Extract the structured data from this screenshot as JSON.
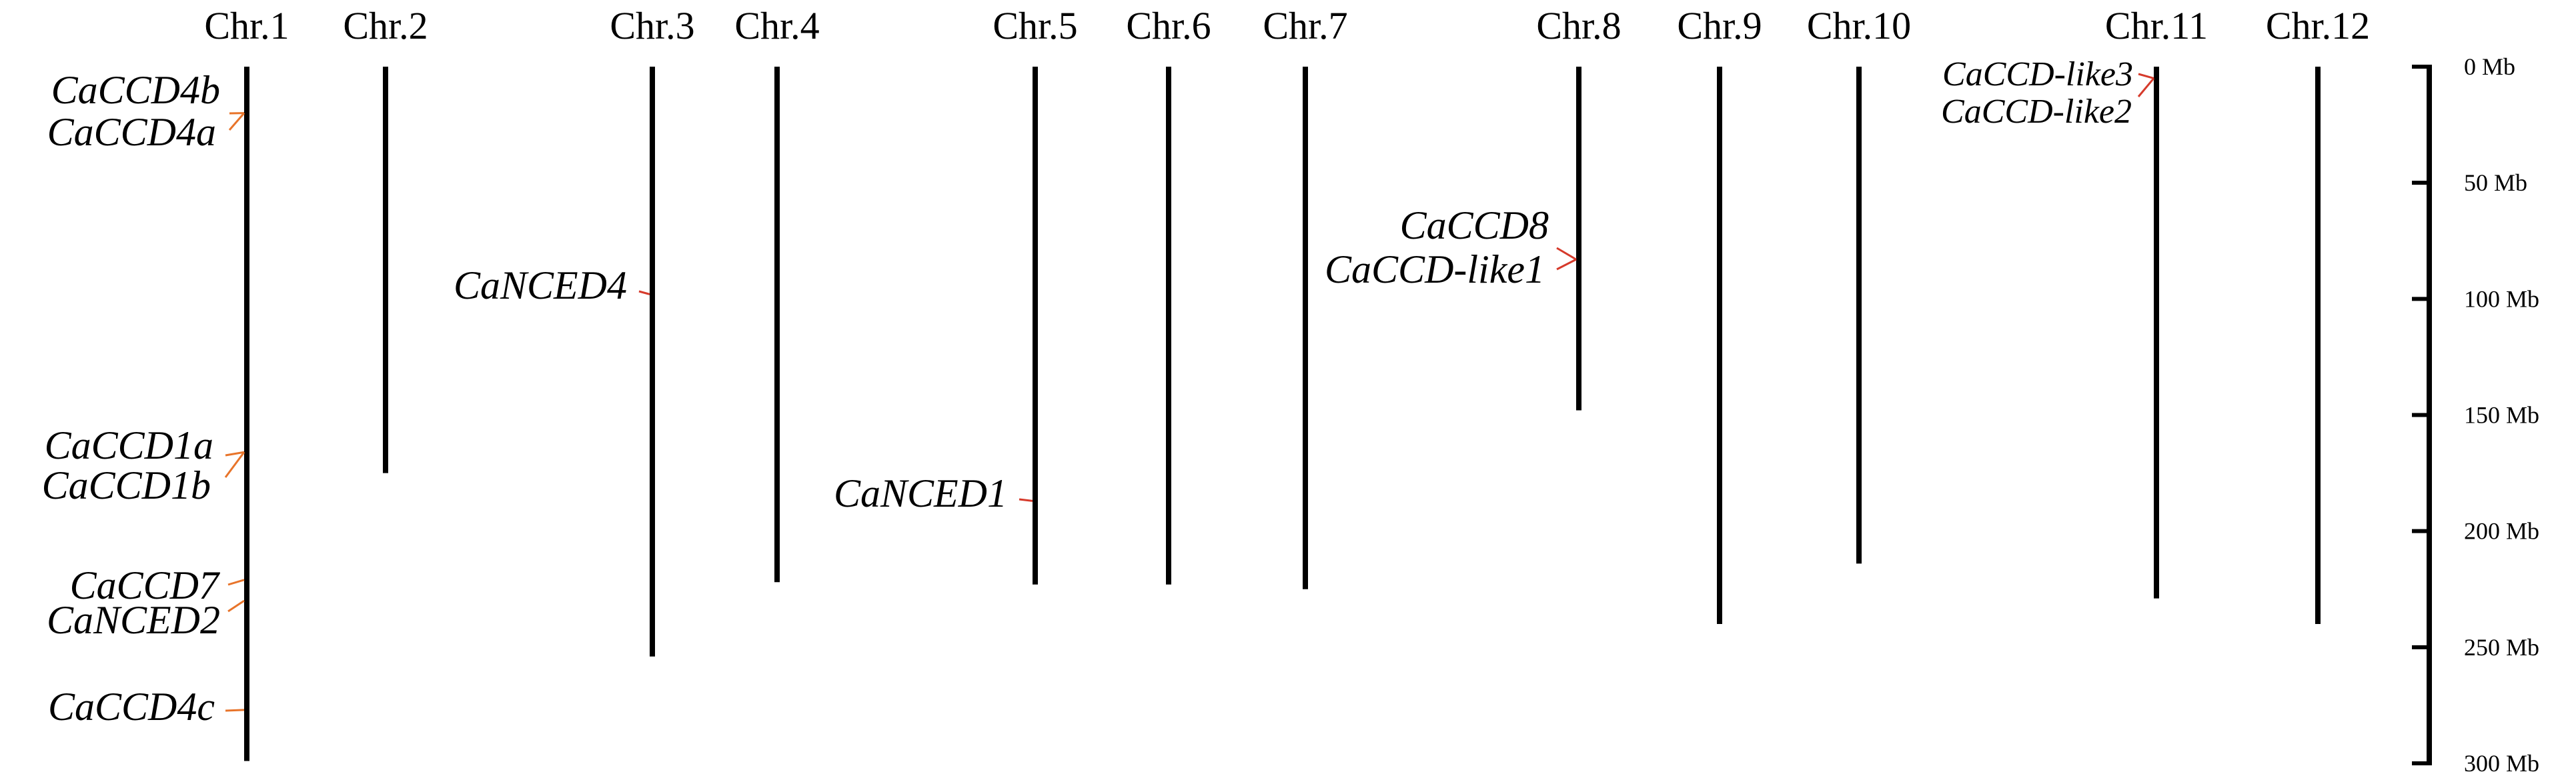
{
  "figure": {
    "unit": "Mb",
    "scale": {
      "ticks": [
        {
          "value": 0,
          "label": "0 Mb"
        },
        {
          "value": 50,
          "label": "50 Mb"
        },
        {
          "value": 100,
          "label": "100 Mb"
        },
        {
          "value": 150,
          "label": "150 Mb"
        },
        {
          "value": 200,
          "label": "200 Mb"
        },
        {
          "value": 250,
          "label": "250 Mb"
        },
        {
          "value": 300,
          "label": "300 Mb"
        }
      ],
      "max": 300
    },
    "chromosomes": [
      {
        "id": "chr1",
        "label": "Chr.1",
        "length_mb": 299
      },
      {
        "id": "chr2",
        "label": "Chr.2",
        "length_mb": 175
      },
      {
        "id": "chr3",
        "label": "Chr.3",
        "length_mb": 254
      },
      {
        "id": "chr4",
        "label": "Chr.4",
        "length_mb": 222
      },
      {
        "id": "chr5",
        "label": "Chr.5",
        "length_mb": 223
      },
      {
        "id": "chr6",
        "label": "Chr.6",
        "length_mb": 223
      },
      {
        "id": "chr7",
        "label": "Chr.7",
        "length_mb": 225
      },
      {
        "id": "chr8",
        "label": "Chr.8",
        "length_mb": 148
      },
      {
        "id": "chr9",
        "label": "Chr.9",
        "length_mb": 240
      },
      {
        "id": "chr10",
        "label": "Chr.10",
        "length_mb": 214
      },
      {
        "id": "chr11",
        "label": "Chr.11",
        "length_mb": 229
      },
      {
        "id": "chr12",
        "label": "Chr.12",
        "length_mb": 240
      }
    ],
    "genes": [
      {
        "name": "CaCCD4b",
        "chromosome": "chr1",
        "position_mb": 20,
        "color": "#e8742a"
      },
      {
        "name": "CaCCD4a",
        "chromosome": "chr1",
        "position_mb": 20,
        "color": "#e8742a"
      },
      {
        "name": "CaCCD1a",
        "chromosome": "chr1",
        "position_mb": 166,
        "color": "#e8742a"
      },
      {
        "name": "CaCCD1b",
        "chromosome": "chr1",
        "position_mb": 166,
        "color": "#e8742a"
      },
      {
        "name": "CaCCD7",
        "chromosome": "chr1",
        "position_mb": 221,
        "color": "#e8742a"
      },
      {
        "name": "CaNCED2",
        "chromosome": "chr1",
        "position_mb": 230,
        "color": "#e8742a"
      },
      {
        "name": "CaCCD4c",
        "chromosome": "chr1",
        "position_mb": 277,
        "color": "#e8742a"
      },
      {
        "name": "CaNCED4",
        "chromosome": "chr3",
        "position_mb": 98,
        "color": "#d63a2b"
      },
      {
        "name": "CaNCED1",
        "chromosome": "chr5",
        "position_mb": 187,
        "color": "#d63a2b"
      },
      {
        "name": "CaCCD8",
        "chromosome": "chr8",
        "position_mb": 83,
        "color": "#d63a2b"
      },
      {
        "name": "CaCCD-like1",
        "chromosome": "chr8",
        "position_mb": 83,
        "color": "#d63a2b"
      },
      {
        "name": "CaCCD-like3",
        "chromosome": "chr11",
        "position_mb": 5,
        "color": "#d63a2b"
      },
      {
        "name": "CaCCD-like2",
        "chromosome": "chr11",
        "position_mb": 5,
        "color": "#d63a2b"
      }
    ]
  }
}
